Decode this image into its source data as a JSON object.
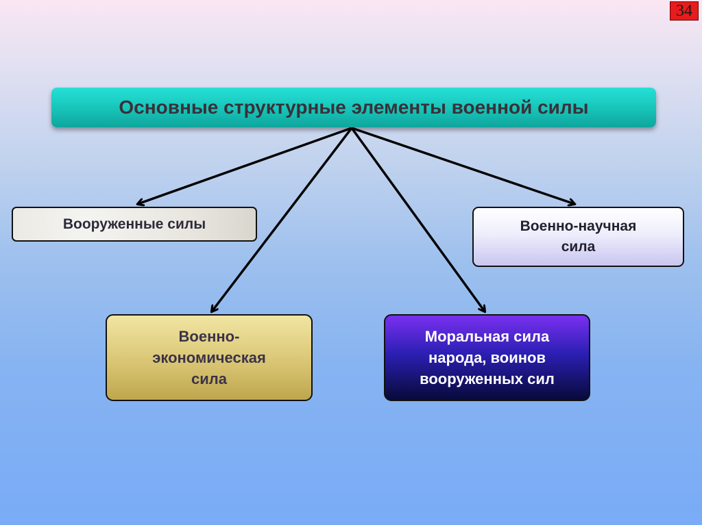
{
  "slide": {
    "number": "34"
  },
  "diagram": {
    "title": "Основные структурные элементы военной силы",
    "elements": {
      "armed_forces": "Вооруженные силы",
      "military_scientific": "Военно-научная\nсила",
      "military_economic": "Военно-\nэкономическая\nсила",
      "moral_force": "Моральная сила\nнарода, воинов\nвооруженных сил"
    }
  },
  "colors": {
    "title_fill": "#18c6bb",
    "slide_number_fill": "#e81c1c",
    "economic_fill": "#dcc978",
    "moral_fill": "#2c1fb4",
    "science_fill": "#eeeefc",
    "armed_fill": "#e8e6df"
  }
}
